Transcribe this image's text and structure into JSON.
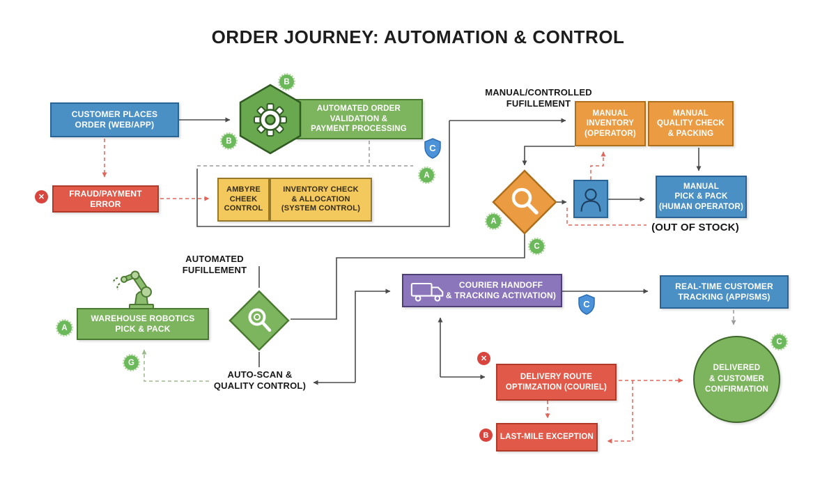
{
  "title": "ORDER JOURNEY: AUTOMATION & CONTROL",
  "section_labels": {
    "manual_fulfillment": "MANUAL/CONTROLLED FUFILLEMENT",
    "automated_fulfillment": "AUTOMATED FUFILLEMENT",
    "auto_scan": "AUTO-SCAN &\nQUALITY CONTROL)",
    "out_of_stock": "(OUT OF STOCK)"
  },
  "nodes": {
    "customer_order": "CUSTOMER PLACES\nORDER (WEB/APP)",
    "validation": "AUTOMATED ORDER\nVALIDATION &\nPAYMENT PROCESSING",
    "fraud_error": "FRAUD/PAYMENT ERROR",
    "ambyre_check": "AMBYRE\nCHEEK\nCONTROL",
    "inventory_check": "INVENTORY CHECK\n& ALLOCATION\n(SYSTEM CONTROL)",
    "manual_inventory": "MANUAL\nINVENTORY\n(OPERATOR)",
    "manual_quality_check": "MANUAL\nQUALITY CHECK\n& PACKING",
    "manual_pick_pack": "MANUAL\nPICK & PACK\n(HUMAN OPERATOR)",
    "warehouse_robotics": "WAREHOUSE ROBOTICS\nPICK & PACK",
    "courier_handoff": "COURIER HANDOFF\n& TRACKING ACTIVATION)",
    "realtime_tracking": "REAL-TIME CUSTOMER\nTRACKING (APP/SMS)",
    "delivery_route": "DELIVERY ROUTE\nOPTIMZATION (COURIEL)",
    "last_mile": "LAST-MILE EXCEPTION",
    "delivered": "DELIVERED\n& CUSTOMER\nCONFIRMATION"
  },
  "badges": {
    "hexagon_top": "B",
    "hexagon_bottom": "B",
    "validation_control": "A",
    "decision_manual": "A",
    "decision_below": "C",
    "warehouse": "A",
    "warehouse_below": "G",
    "delivered": "C",
    "shield_validation": "C",
    "shield_courier": "C",
    "fraud_x": "✕",
    "delivery_x": "✕",
    "last_mile_b": "B"
  },
  "colors": {
    "blue": "#4a90c5",
    "green": "#7db45e",
    "hex_green": "#69a84f",
    "orange": "#eb9b41",
    "amber": "#f3c85c",
    "red": "#e15a49",
    "purple": "#8b76bc",
    "badge_green": "#6cb95b",
    "badge_red": "#d8453e",
    "shield_blue": "#4b92d8",
    "connector": "#4a4a4a",
    "dashed_red": "#e0655a",
    "dashed_gray": "#9a9a9a",
    "dashed_green": "#9bb98b"
  }
}
